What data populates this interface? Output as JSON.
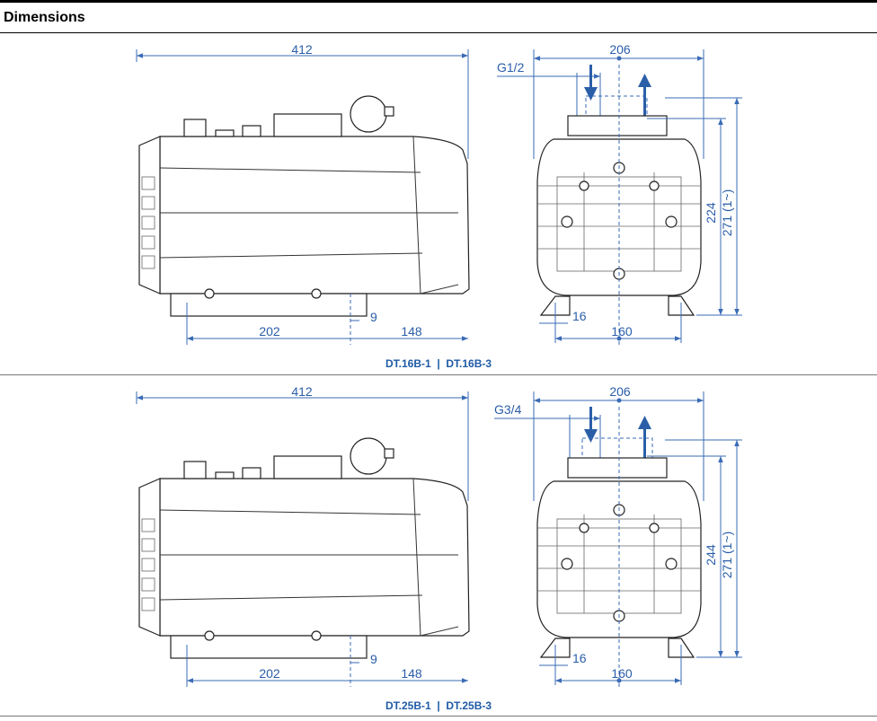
{
  "header": {
    "title": "Dimensions"
  },
  "sections": [
    {
      "caption": "DT.16B-1  |  DT.16B-3",
      "side": {
        "length": "412",
        "foot_spacing": "202",
        "foot_offset": "9",
        "front_overhang": "148"
      },
      "front": {
        "width": "206",
        "port": "G1/2",
        "port_height": "224",
        "total_height": "271 (1~)",
        "foot_width": "16",
        "foot_spacing": "160"
      }
    },
    {
      "caption": "DT.25B-1  |  DT.25B-3",
      "side": {
        "length": "412",
        "foot_spacing": "202",
        "foot_offset": "9",
        "front_overhang": "148"
      },
      "front": {
        "width": "206",
        "port": "G3/4",
        "port_height": "244",
        "total_height": "271 (1~)",
        "foot_width": "16",
        "foot_spacing": "160"
      }
    }
  ],
  "colors": {
    "dimension": "#3a6bb5",
    "caption": "#1f5aa6",
    "outline": "#222222"
  }
}
